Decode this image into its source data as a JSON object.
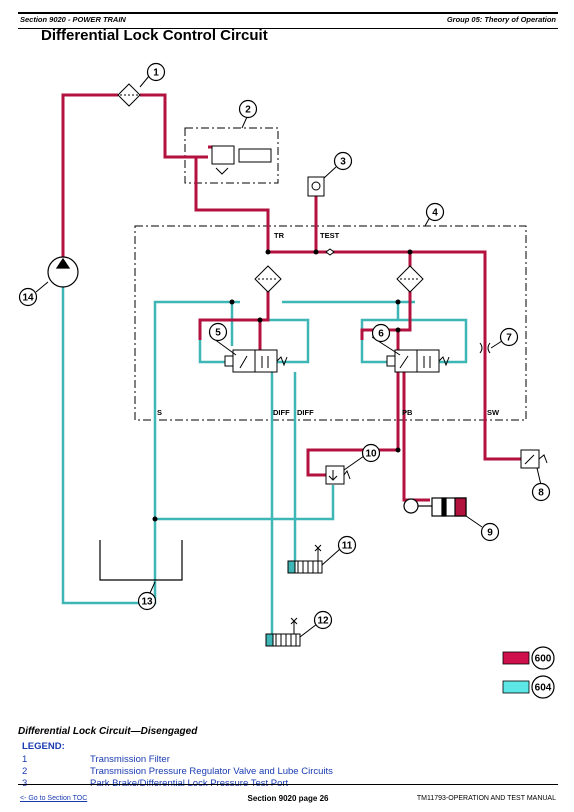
{
  "header": {
    "left": "Section 9020 - POWER TRAIN",
    "right": "Group 05: Theory of Operation"
  },
  "title": "Differential Lock Control Circuit",
  "diagram": {
    "callouts": [
      "1",
      "2",
      "3",
      "4",
      "5",
      "6",
      "7",
      "8",
      "9",
      "10",
      "11",
      "12",
      "13",
      "14"
    ],
    "labels": {
      "tr": "TR",
      "test": "TEST",
      "s": "S",
      "diff1": "DIFF",
      "diff2": "DIFF",
      "pb": "PB",
      "sw": "SW"
    },
    "color_key": [
      {
        "label": "600",
        "color": "#d0104c"
      },
      {
        "label": "604",
        "color": "#5ce6e6"
      }
    ],
    "colors": {
      "pressure": "#b3123f",
      "return": "#3fb6b6"
    }
  },
  "caption": "Differential Lock Circuit—Disengaged",
  "legend": {
    "heading": "LEGEND:",
    "items": [
      {
        "num": "1",
        "text": "Transmission Filter"
      },
      {
        "num": "2",
        "text": "Transmission Pressure Regulator Valve and Lube Circuits"
      },
      {
        "num": "3",
        "text": "Park Brake/Differential Lock Pressure Test Port"
      }
    ]
  },
  "footer": {
    "left": "<- Go to Section TOC",
    "center": "Section 9020 page 26",
    "right": "TM11793-OPERATION AND TEST MANUAL"
  }
}
